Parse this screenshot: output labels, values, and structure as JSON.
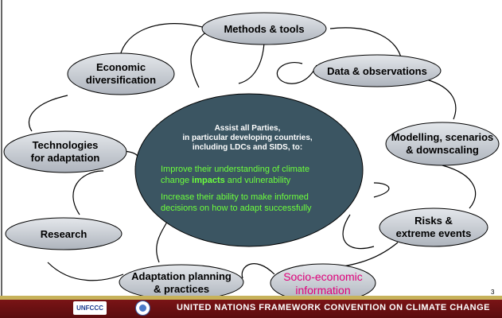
{
  "center": {
    "heading_lines": [
      "Assist all Parties,",
      "in particular developing countries,",
      "including LDCs and SIDS, to:"
    ],
    "improve_line1": "Improve their understanding of climate",
    "improve_line2_pre": "change ",
    "improve_line2_em": "impacts",
    "improve_line2_post": " and vulnerability",
    "increase_line1": "Increase their ability to make informed",
    "increase_line2": "decisions on how to adapt successfully"
  },
  "nodes": [
    {
      "id": "methods-tools",
      "lines": [
        "Methods & tools"
      ]
    },
    {
      "id": "data-observations",
      "lines": [
        "Data & observations"
      ]
    },
    {
      "id": "modelling-scenarios",
      "lines": [
        "Modelling, scenarios",
        "& downscaling"
      ]
    },
    {
      "id": "risks-extreme-events",
      "lines": [
        "Risks &",
        "extreme events"
      ]
    },
    {
      "id": "socio-economic-information",
      "lines": [
        "Socio-economic",
        "information"
      ],
      "highlight": true
    },
    {
      "id": "adaptation-planning",
      "lines": [
        "Adaptation planning",
        "& practices"
      ]
    },
    {
      "id": "research",
      "lines": [
        "Research"
      ]
    },
    {
      "id": "technologies-adaptation",
      "lines": [
        "Technologies",
        "for adaptation"
      ]
    },
    {
      "id": "economic-diversification",
      "lines": [
        "Economic",
        "diversification"
      ]
    }
  ],
  "footer": {
    "logo_text": "UNFCCC",
    "banner_text": "UNITED NATIONS FRAMEWORK CONVENTION ON CLIMATE CHANGE"
  },
  "page_number": "3",
  "colors": {
    "center_fill": "#3b5562",
    "node_fill": "#c8ccd3",
    "highlight_text": "#e0007a",
    "center_body_text": "#6cff3c",
    "footer_band": "#6a1012"
  }
}
